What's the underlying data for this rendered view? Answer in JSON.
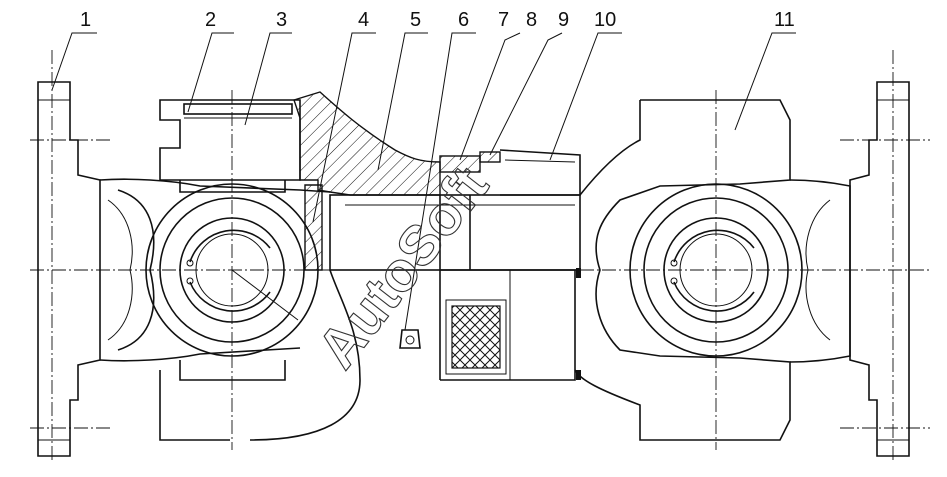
{
  "labels": [
    {
      "id": "1",
      "text": "1"
    },
    {
      "id": "2",
      "text": "2"
    },
    {
      "id": "3",
      "text": "3"
    },
    {
      "id": "4",
      "text": "4"
    },
    {
      "id": "5",
      "text": "5"
    },
    {
      "id": "6",
      "text": "6"
    },
    {
      "id": "7",
      "text": "7"
    },
    {
      "id": "8",
      "text": "8"
    },
    {
      "id": "9",
      "text": "9"
    },
    {
      "id": "10",
      "text": "10"
    },
    {
      "id": "11",
      "text": "11"
    }
  ],
  "watermark": "AutoSoft"
}
